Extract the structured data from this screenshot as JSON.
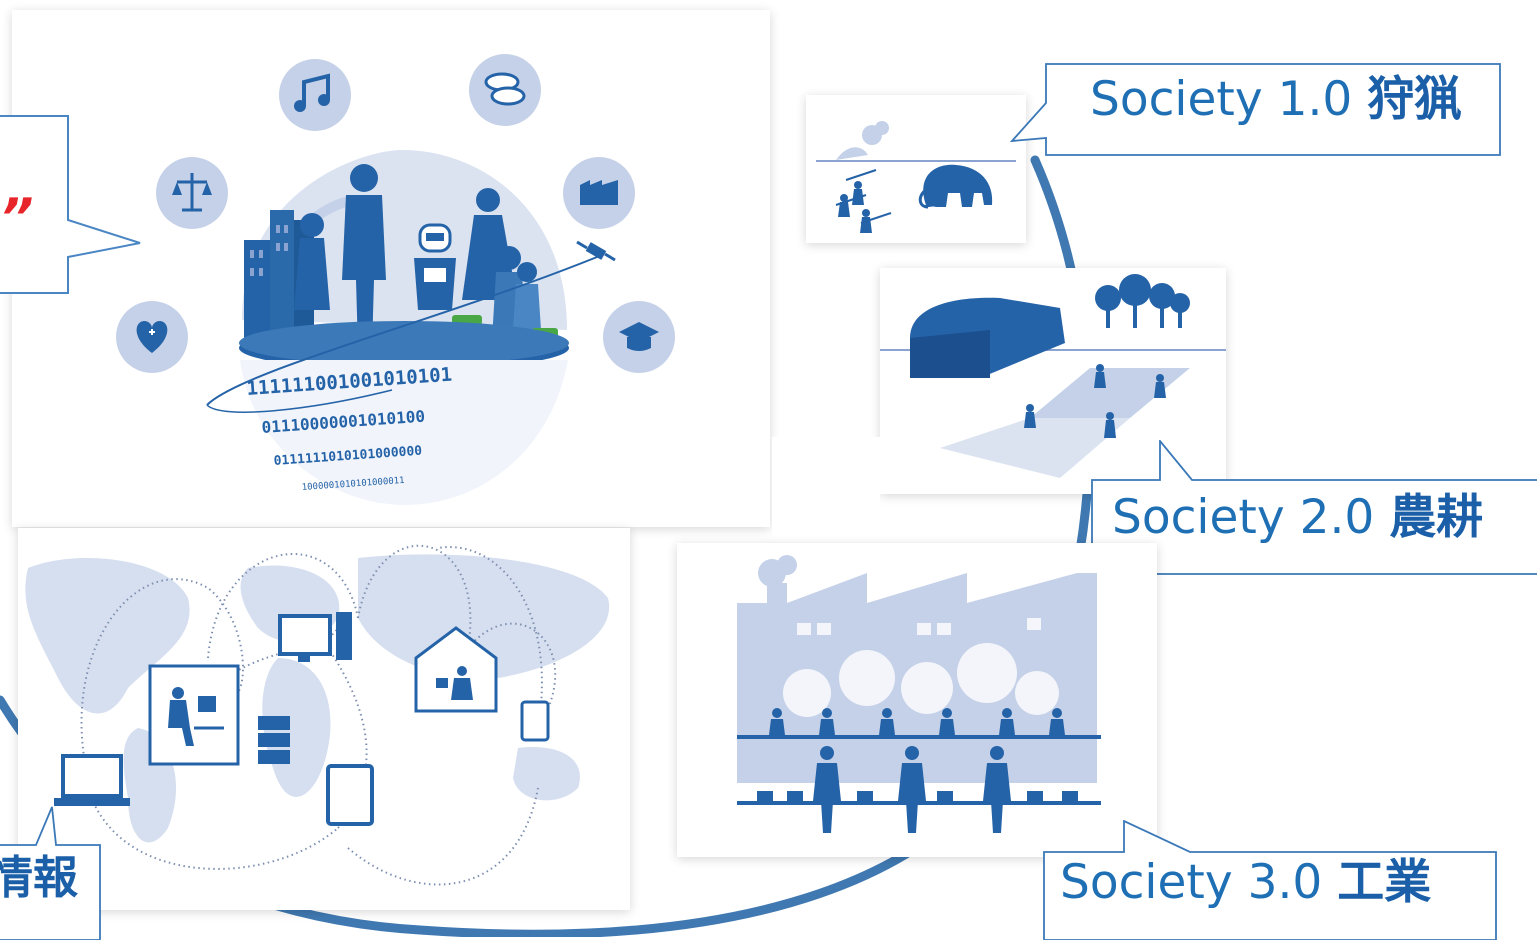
{
  "societies": [
    {
      "label": "Society 1.0 ",
      "era": "狩猟"
    },
    {
      "label": "Society 2.0 ",
      "era": "農耕"
    },
    {
      "label": "Society 3.0 ",
      "era": "工業"
    }
  ],
  "society4_era": "情報",
  "society5_fragment": "”",
  "binary_lines": [
    "111111001001010101",
    "01110000001010100",
    "0111111010101000000",
    "1000001010101000011"
  ],
  "colors": {
    "primary": "#2563a8",
    "light": "#c5d1e8",
    "mid": "#8aa3d0",
    "callout_text": "#1f6fb5",
    "accent": "#e8242b"
  },
  "icons": [
    "music-icon",
    "coins-icon",
    "scales-icon",
    "factory-icon",
    "heart-icon",
    "graduation-cap-icon",
    "satellite-icon",
    "mammoth-icon"
  ]
}
